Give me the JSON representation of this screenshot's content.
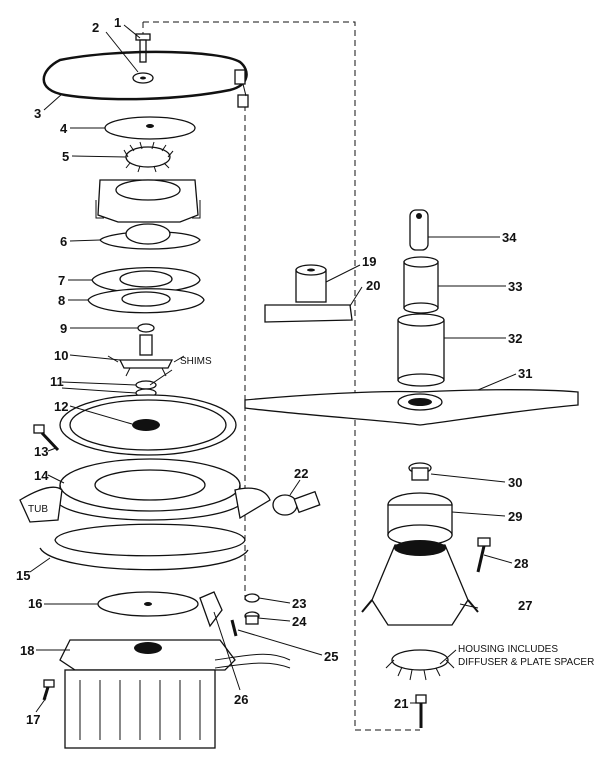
{
  "callouts": {
    "n1": "1",
    "n2": "2",
    "n3": "3",
    "n4": "4",
    "n5": "5",
    "n6": "6",
    "n7": "7",
    "n8": "8",
    "n9": "9",
    "n10": "10",
    "n11": "11",
    "n12": "12",
    "n13": "13",
    "n14": "14",
    "n15": "15",
    "n16": "16",
    "n17": "17",
    "n18": "18",
    "n19": "19",
    "n20": "20",
    "n21": "21",
    "n22": "22",
    "n23": "23",
    "n24": "24",
    "n25": "25",
    "n26": "26",
    "n27": "27",
    "n28": "28",
    "n29": "29",
    "n30": "30",
    "n31": "31",
    "n32": "32",
    "n33": "33",
    "n34": "34"
  },
  "labels": {
    "shims": "SHIMS",
    "tub": "TUB",
    "housing_line1": "HOUSING INCLUDES",
    "housing_line2": "DIFFUSER & PLATE SPACER"
  }
}
